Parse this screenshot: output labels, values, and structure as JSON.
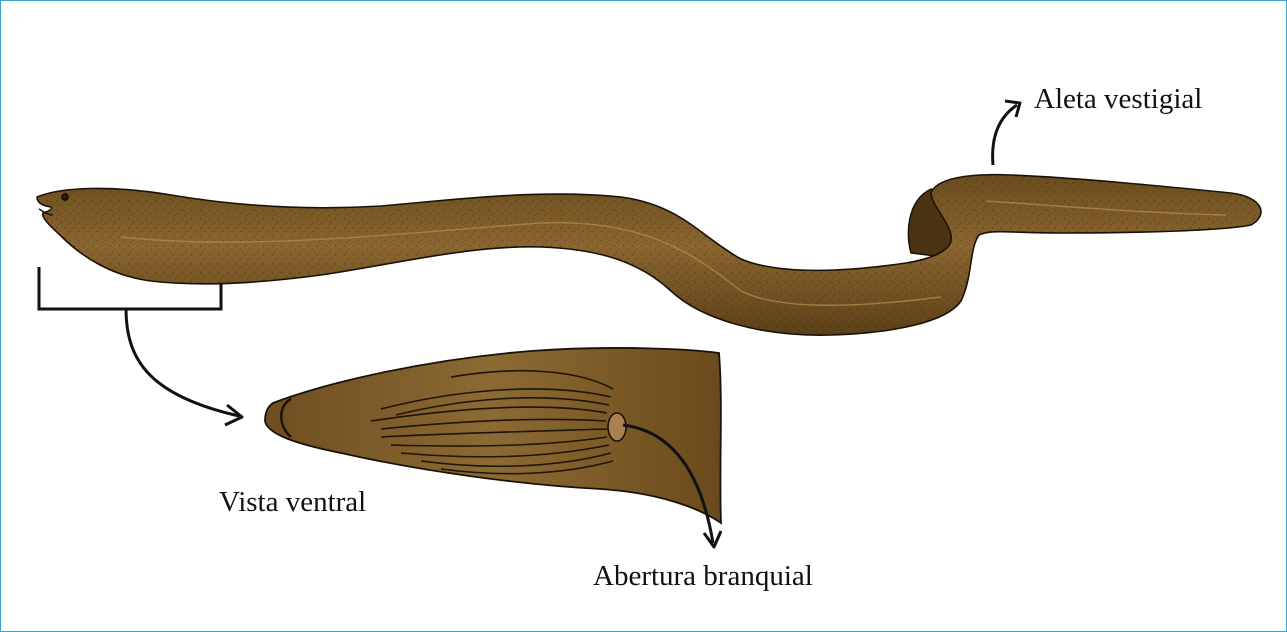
{
  "labels": {
    "vestigial_fin": "Aleta vestigial",
    "ventral_view": "Vista ventral",
    "gill_opening": "Abertura branquial"
  },
  "colors": {
    "border": "#3fa3c9",
    "eel_body": "#7b5a26",
    "eel_shadow": "#4a3414",
    "eel_highlight": "#a07a3c",
    "ink": "#111111"
  }
}
